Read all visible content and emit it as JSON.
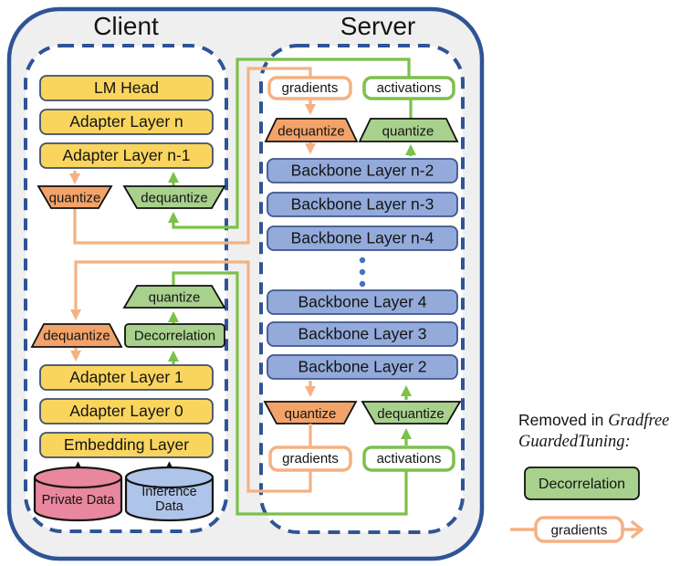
{
  "client": {
    "title": "Client",
    "layers_top": [
      "LM Head",
      "Adapter Layer n",
      "Adapter Layer n-1"
    ],
    "quantize": "quantize",
    "dequantize": "dequantize",
    "mid": {
      "quantize": "quantize",
      "decorrelation": "Decorrelation",
      "dequantize": "dequantize"
    },
    "layers_bottom": [
      "Adapter Layer 1",
      "Adapter Layer 0",
      "Embedding Layer"
    ],
    "private_data": "Private Data",
    "inference_line1": "Inference",
    "inference_line2": "Data"
  },
  "server": {
    "title": "Server",
    "top": {
      "gradients": "gradients",
      "activations": "activations",
      "dequantize": "dequantize",
      "quantize": "quantize"
    },
    "backbone_top": [
      "Backbone Layer n-2",
      "Backbone Layer n-3",
      "Backbone Layer n-4"
    ],
    "backbone_bottom": [
      "Backbone Layer 4",
      "Backbone Layer 3",
      "Backbone Layer 2"
    ],
    "bottom": {
      "quantize": "quantize",
      "dequantize": "dequantize",
      "gradients": "gradients",
      "activations": "activations"
    }
  },
  "legend": {
    "removed_in": "Removed in ",
    "gradfree": "Gradfree",
    "guardedtuning": "GuardedTuning:",
    "decorrelation": "Decorrelation",
    "gradients": "gradients"
  },
  "colors": {
    "frame_border": "#2F5496",
    "panel_bg": "#EFEFEF",
    "layer_yellow": "#FAD55E",
    "backbone_blue": "#93AADB",
    "orange_line": "#F5B183",
    "orange_fill": "#F2A369",
    "green_line": "#7CC04A",
    "green_fill": "#A9D18E",
    "private_pink": "#E8879D",
    "inference_blue": "#AFC4E9",
    "dots_blue": "#4472C4"
  }
}
